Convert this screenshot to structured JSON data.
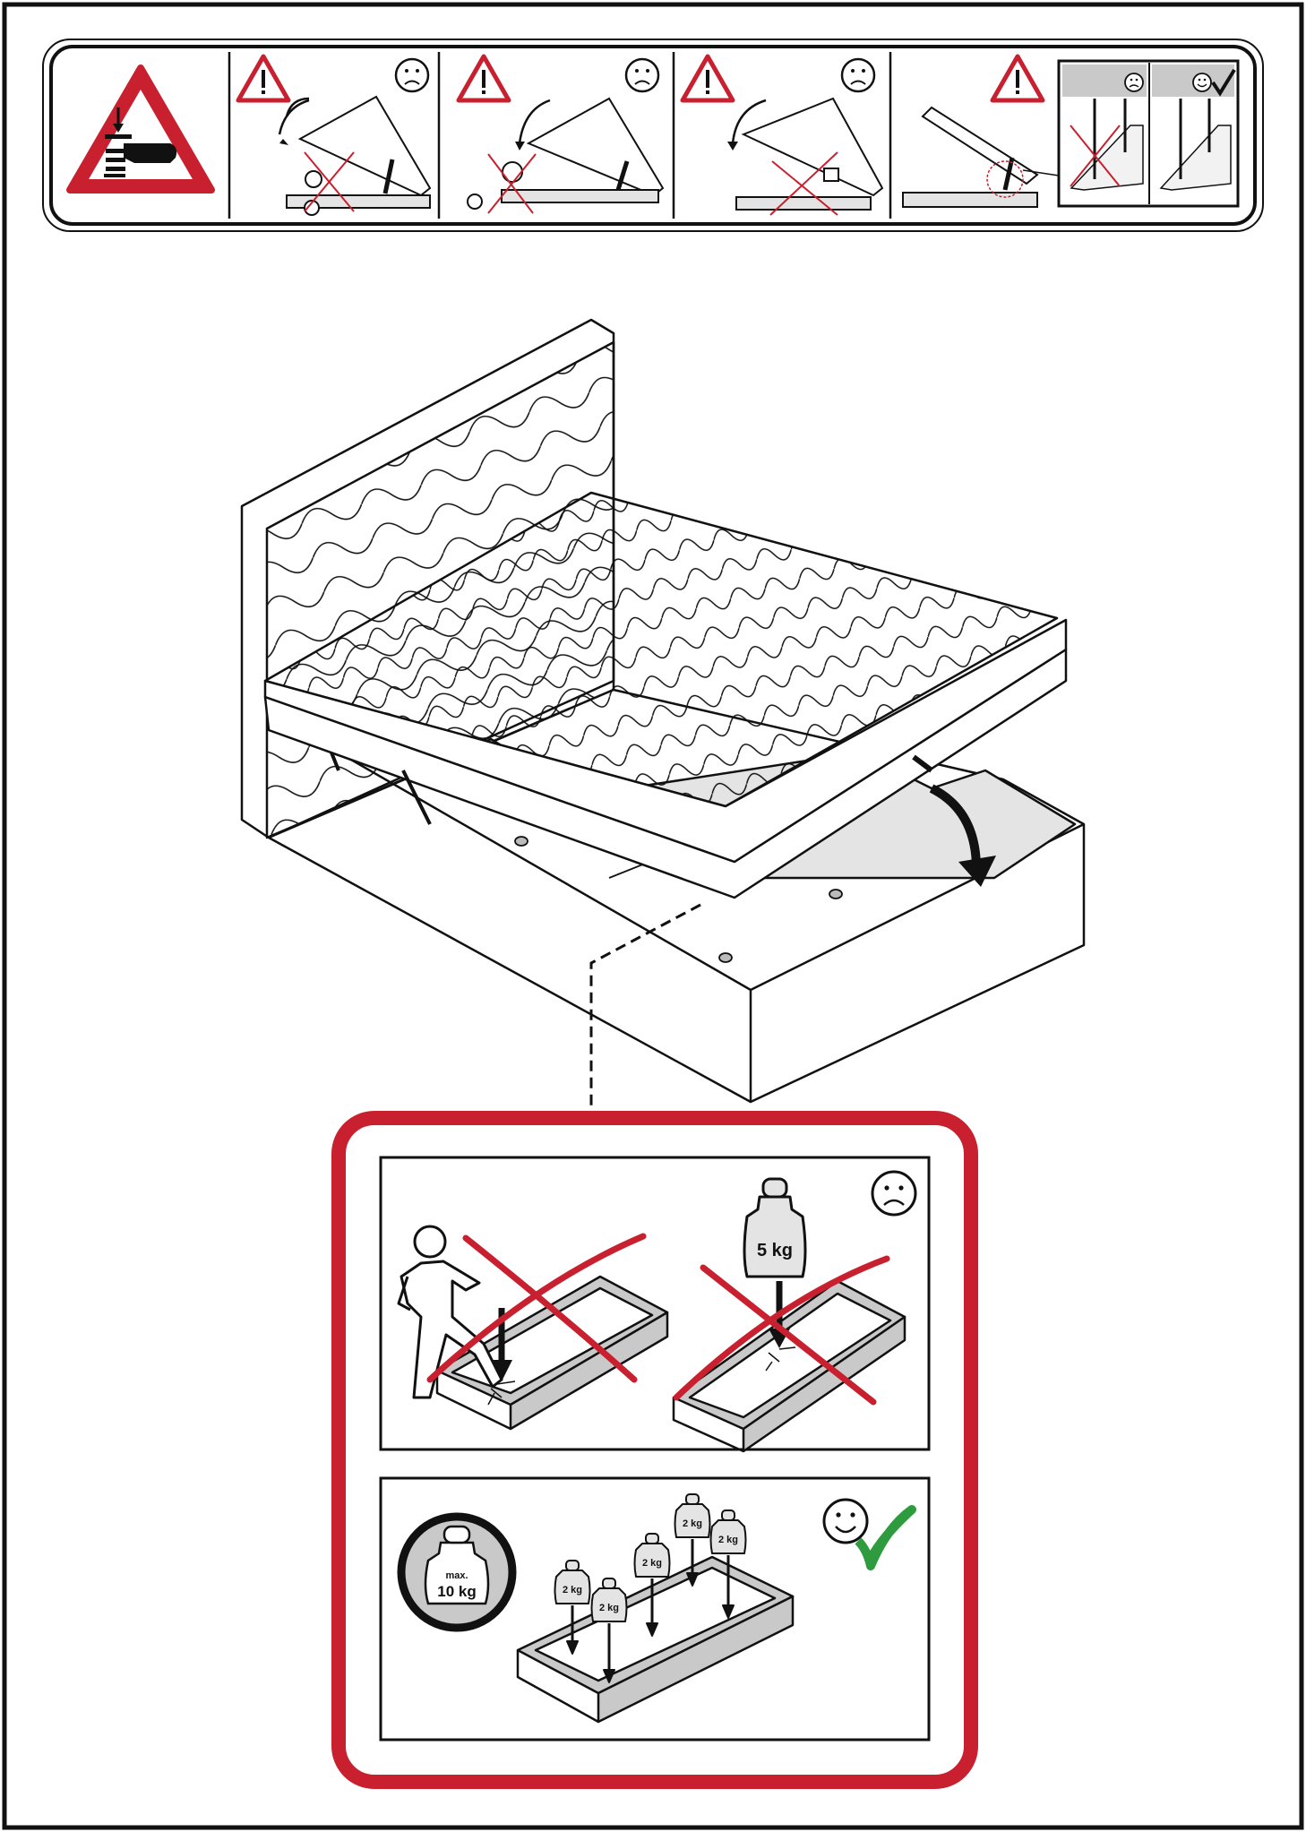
{
  "title": "Bed storage safety instructions",
  "colors": {
    "warning_red": "#c8202f",
    "ok_green": "#2e9b3e",
    "ink": "#111111",
    "fill_gray": "#e4e4e4",
    "box_gray": "#c9c9c9"
  },
  "icons": [
    "pinch-hazard-icon",
    "warning-triangle-icon",
    "sad-face-icon",
    "happy-face-icon",
    "check-mark-icon",
    "weight-icon",
    "cross-out-icon",
    "down-arrow-icon"
  ],
  "warning_strip": {
    "panels": [
      {
        "verdict": "sad",
        "scene": "child-under-lid"
      },
      {
        "verdict": "sad",
        "scene": "toddler-under-lid"
      },
      {
        "verdict": "sad",
        "scene": "hand-under-lid"
      },
      {
        "verdict": "sad-vs-happy",
        "scene": "gas-strut-detail"
      }
    ]
  },
  "bad_usage": {
    "verdict": "sad",
    "weight_label": "5 kg"
  },
  "good_usage": {
    "verdict": "happy",
    "max_label_top": "max.",
    "max_label_value": "10 kg",
    "item_weights": [
      "2 kg",
      "2 kg",
      "2 kg",
      "2 kg",
      "2 kg"
    ]
  }
}
